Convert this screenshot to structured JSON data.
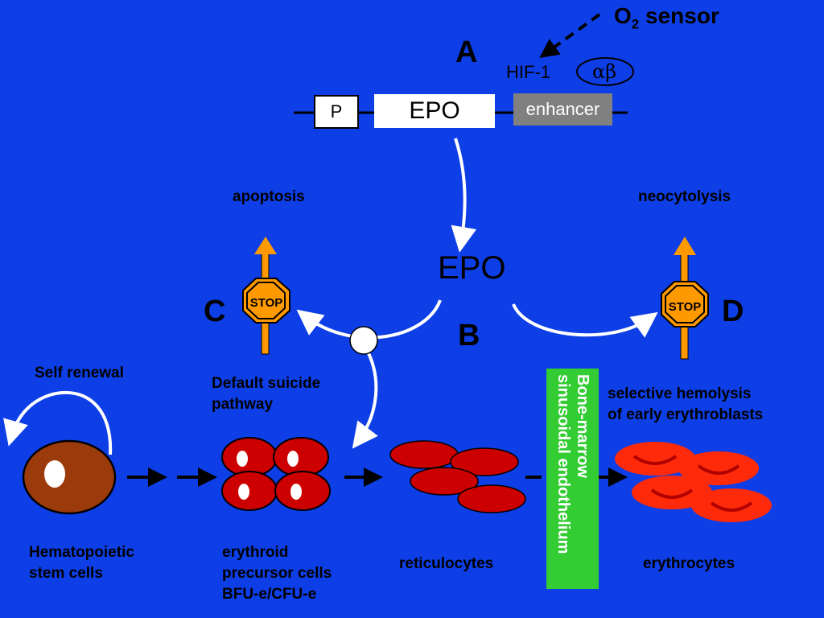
{
  "sensor": {
    "prefix": "O",
    "sub": "2",
    "suffix": " sensor"
  },
  "hif": {
    "label": "HIF-1",
    "subunits": "αβ"
  },
  "gene": {
    "promoter": "P",
    "name": "EPO",
    "enhancer": "enhancer"
  },
  "hormone": "EPO",
  "markers": {
    "a": "A",
    "b": "B",
    "c": "C",
    "d": "D"
  },
  "top_labels": {
    "apoptosis": "apoptosis",
    "neocytolysis": "neocytolysis"
  },
  "stop_sign": "STOP",
  "notes": {
    "self_renewal": "Self renewal",
    "default_suicide_1": "Default suicide",
    "default_suicide_2": "pathway",
    "hemolysis_1": "selective hemolysis",
    "hemolysis_2": "of early erythroblasts"
  },
  "barrier": {
    "line1": "Bone-marrow",
    "line2": "sinusoidal endothelium"
  },
  "cells": {
    "hsc_1": "Hematopoietic",
    "hsc_2": "stem cells",
    "precursor_1": "erythroid",
    "precursor_2": "precursor cells",
    "precursor_3": "BFU-e/CFU-e",
    "reticulocytes": "reticulocytes",
    "erythrocytes": "erythrocytes"
  },
  "colors": {
    "background": "#0d3ee6",
    "stem_cell": "#9b3a0b",
    "precursor": "#cc0000",
    "reticulocyte": "#cc0000",
    "erythrocyte": "#ff2a0a",
    "barrier": "#33cc33",
    "stop_sign": "#ff9900",
    "enhancer": "#808080"
  }
}
